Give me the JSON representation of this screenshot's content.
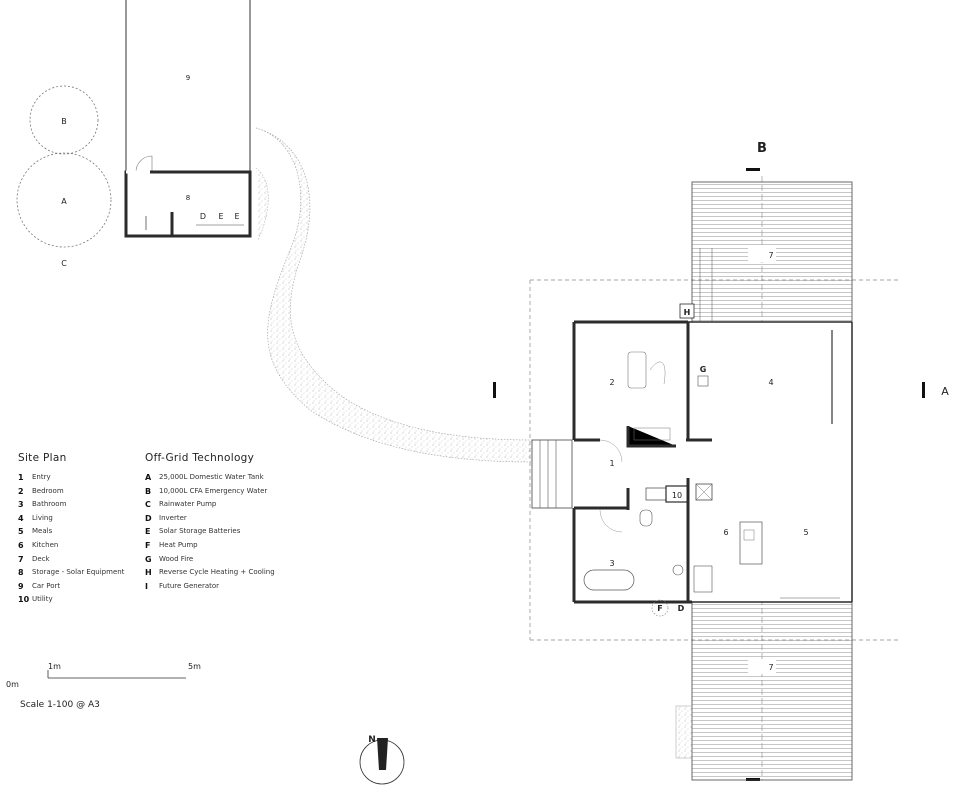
{
  "site_plan": {
    "title": "Site Plan",
    "items": [
      {
        "key": "1",
        "label": "Entry"
      },
      {
        "key": "2",
        "label": "Bedroom"
      },
      {
        "key": "3",
        "label": "Bathroom"
      },
      {
        "key": "4",
        "label": "Living"
      },
      {
        "key": "5",
        "label": "Meals"
      },
      {
        "key": "6",
        "label": "Kitchen"
      },
      {
        "key": "7",
        "label": "Deck"
      },
      {
        "key": "8",
        "label": "Storage - Solar Equipment"
      },
      {
        "key": "9",
        "label": "Car Port"
      },
      {
        "key": "10",
        "label": "Utility"
      }
    ]
  },
  "off_grid": {
    "title": "Off-Grid Technology",
    "items": [
      {
        "key": "A",
        "label": "25,000L Domestic Water Tank"
      },
      {
        "key": "B",
        "label": "10,000L CFA Emergency Water"
      },
      {
        "key": "C",
        "label": "Rainwater Pump"
      },
      {
        "key": "D",
        "label": "Inverter"
      },
      {
        "key": "E",
        "label": "Solar Storage Batteries"
      },
      {
        "key": "F",
        "label": "Heat Pump"
      },
      {
        "key": "G",
        "label": "Wood Fire"
      },
      {
        "key": "H",
        "label": "Reverse Cycle Heating + Cooling"
      },
      {
        "key": "I",
        "label": "Future Generator"
      }
    ]
  },
  "scale_bar": {
    "zero": "0m",
    "one": "1m",
    "five": "5m",
    "note": "Scale 1-100 @ A3"
  },
  "plan_labels": {
    "tank_a": "A",
    "tank_b": "B",
    "pump_c": "C",
    "carport": "9",
    "storage": "8",
    "inverter": "D",
    "battery1": "E",
    "battery2": "E",
    "deck_top": "7",
    "deck_bottom": "7",
    "entry": "1",
    "bedroom": "2",
    "bathroom": "3",
    "living": "4",
    "meals": "5",
    "kitchen": "6",
    "utility": "10",
    "heat_pump": "F",
    "inverter_house": "D",
    "wood_fire": "G",
    "rc_unit": "H"
  },
  "section_marks": {
    "a": "A",
    "b": "B"
  },
  "north": "N",
  "colors": {
    "wall": "#2b2b2b",
    "line": "#555555",
    "dash": "#777777",
    "gravel": "#9a9a9a"
  }
}
